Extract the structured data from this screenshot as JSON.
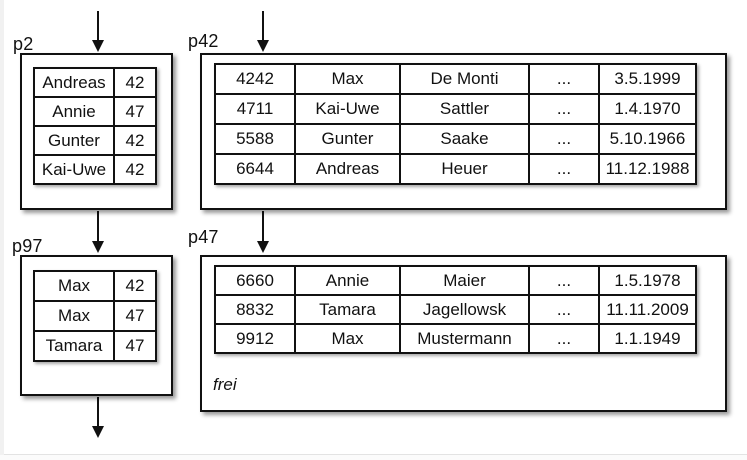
{
  "style": {
    "ink": "#111111",
    "page_background": "#ffffff",
    "canvas_background": "#fbfbfb"
  },
  "diagram": {
    "pages": {
      "p2": {
        "label": "p2",
        "rows": [
          [
            "Andreas",
            "42"
          ],
          [
            "Annie",
            "47"
          ],
          [
            "Gunter",
            "42"
          ],
          [
            "Kai-Uwe",
            "42"
          ]
        ]
      },
      "p42": {
        "label": "p42",
        "rows": [
          [
            "4242",
            "Max",
            "De Monti",
            "...",
            "3.5.1999"
          ],
          [
            "4711",
            "Kai-Uwe",
            "Sattler",
            "...",
            "1.4.1970"
          ],
          [
            "5588",
            "Gunter",
            "Saake",
            "...",
            "5.10.1966"
          ],
          [
            "6644",
            "Andreas",
            "Heuer",
            "...",
            "11.12.1988"
          ]
        ]
      },
      "p97": {
        "label": "p97",
        "rows": [
          [
            "Max",
            "42"
          ],
          [
            "Max",
            "47"
          ],
          [
            "Tamara",
            "47"
          ]
        ]
      },
      "p47": {
        "label": "p47",
        "rows": [
          [
            "6660",
            "Annie",
            "Maier",
            "...",
            "1.5.1978"
          ],
          [
            "8832",
            "Tamara",
            "Jagellowsk",
            "...",
            "11.11.2009"
          ],
          [
            "9912",
            "Max",
            "Mustermann",
            "...",
            "1.1.1949"
          ]
        ],
        "free_label": "frei"
      }
    }
  }
}
